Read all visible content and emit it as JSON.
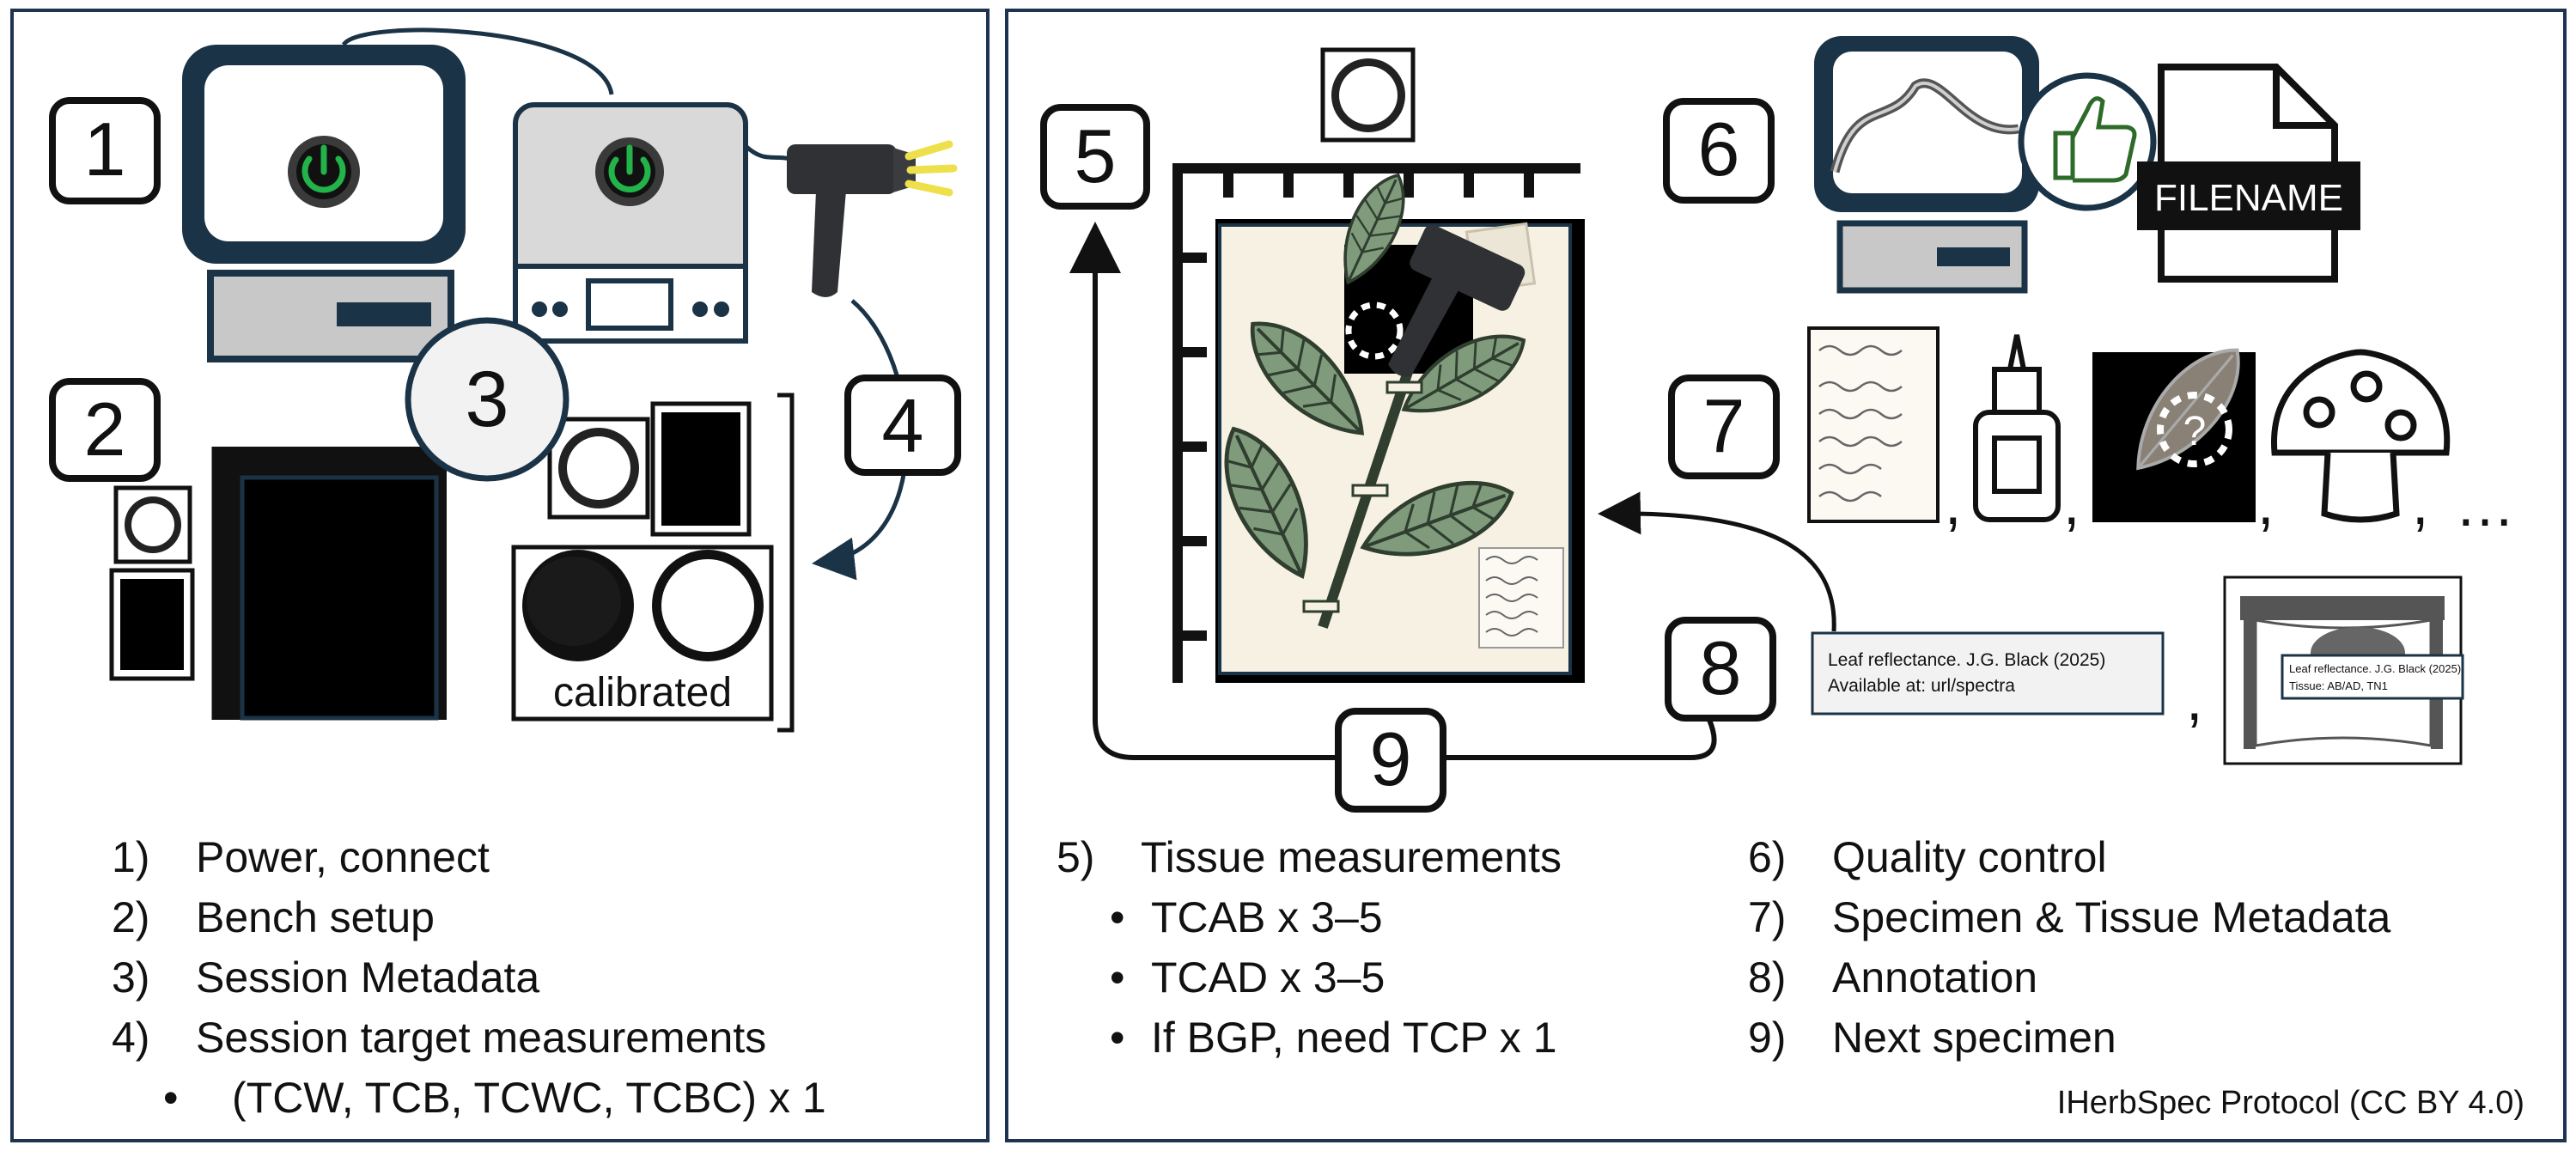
{
  "steps": [
    {
      "num": "1",
      "label": "Power, connect"
    },
    {
      "num": "2",
      "label": "Bench setup"
    },
    {
      "num": "3",
      "label": "Session Metadata"
    },
    {
      "num": "4",
      "label": "Session target measurements"
    },
    {
      "num": "5",
      "label": "Tissue measurements"
    },
    {
      "num": "6",
      "label": "Quality control"
    },
    {
      "num": "7",
      "label": "Specimen & Tissue Metadata"
    },
    {
      "num": "8",
      "label": "Annotation"
    },
    {
      "num": "9",
      "label": "Next specimen"
    }
  ],
  "list_numbers": [
    "1)",
    "2)",
    "3)",
    "4)",
    "5)",
    "6)",
    "7)",
    "8)",
    "9)"
  ],
  "bullet": "•",
  "step4_sub": [
    "(TCW, TCB, TCWC, TCBC) x 1"
  ],
  "step5_sub": [
    "TCAB x 3–5",
    "TCAD x 3–5",
    "If BGP, need TCP x 1"
  ],
  "calibrated_label": "calibrated",
  "filename_label": "FILENAME",
  "annotation_card": {
    "line1": "Leaf reflectance. J.G. Black (2025)",
    "line2": "Available at: url/spectra"
  },
  "annotation_mini": {
    "line1": "Leaf reflectance. J.G. Black (2025)",
    "line2": "Tissue: AB/AD, TN1"
  },
  "separator": ",",
  "ellipsis": "…",
  "credit": "IHerbSpec Protocol (CC BY 4.0)",
  "colors": {
    "panel_border": "#1d3350",
    "leaf_fill": "#7f9b7c",
    "leaf_edge": "#2f3e2f",
    "power_green": "#22b34a",
    "herbarium_paper": "#f6f1e3",
    "monitor_frame": "#1b3346"
  }
}
